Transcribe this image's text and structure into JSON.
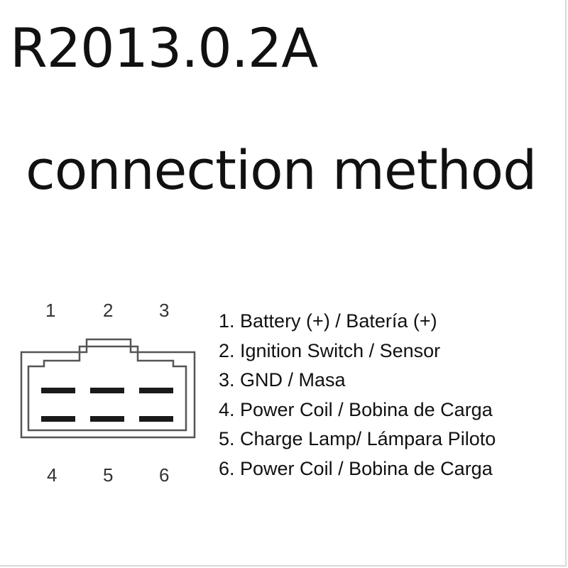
{
  "title": {
    "part_number": "R2013.0.2A",
    "subtitle": "connection method"
  },
  "connector": {
    "top_pins": [
      "1",
      "2",
      "3"
    ],
    "bottom_pins": [
      "4",
      "5",
      "6"
    ]
  },
  "legend": [
    "1. Battery (+) / Batería (+)",
    "2. Ignition Switch / Sensor",
    "3. GND / Masa",
    "4. Power Coil / Bobina de Carga",
    "5. Charge Lamp/ Lámpara Piloto",
    "6. Power Coil / Bobina de Carga"
  ]
}
